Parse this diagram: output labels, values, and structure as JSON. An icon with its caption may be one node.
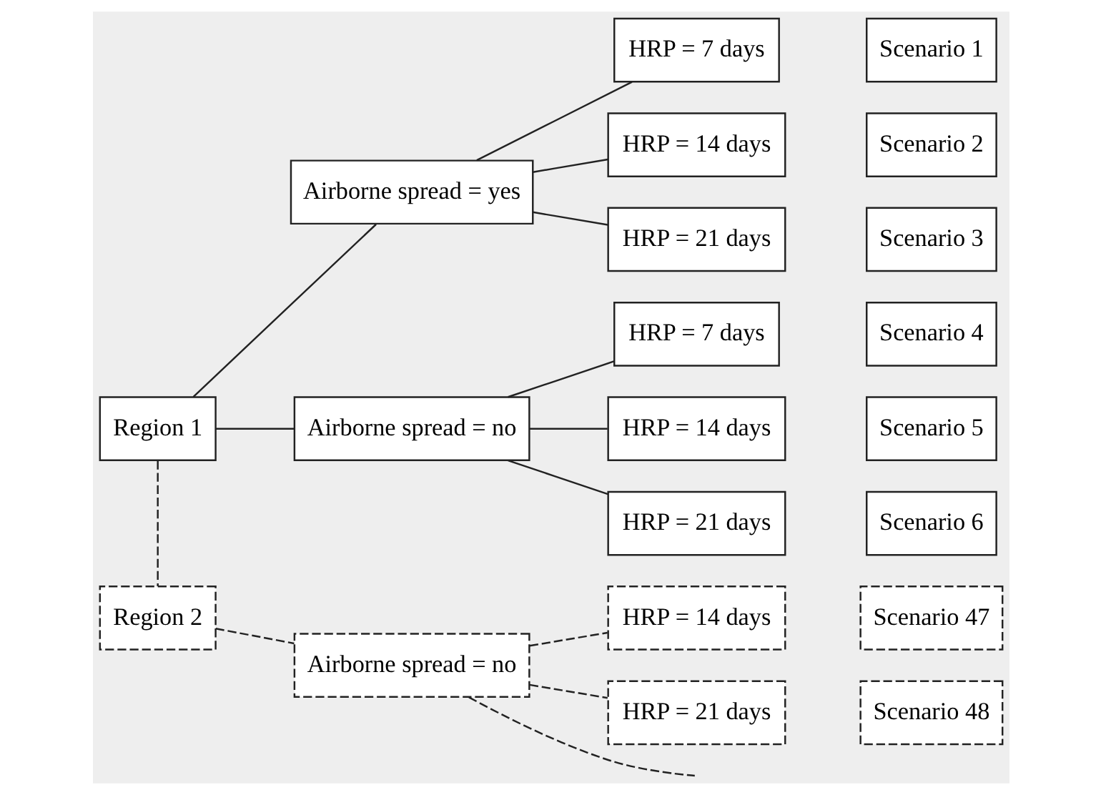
{
  "diagram": {
    "nodes": [
      {
        "text": [
          "Region 1"
        ]
      },
      {
        "text": [
          "Airborne spread = yes"
        ]
      },
      {
        "text": [
          "HRP = 7 days"
        ]
      },
      {
        "text": [
          "Scenario 1"
        ]
      },
      {
        "text": [
          "HRP = 14 days"
        ]
      },
      {
        "text": [
          "Scenario 2"
        ]
      },
      {
        "text": [
          "HRP = 21 days"
        ]
      },
      {
        "text": [
          "Scenario 3"
        ]
      },
      {
        "text": [
          "Airborne spread = no"
        ]
      },
      {
        "text": [
          "HRP = 7 days"
        ]
      },
      {
        "text": [
          "Scenario 4"
        ]
      },
      {
        "text": [
          "HRP = 14 days"
        ]
      },
      {
        "text": [
          "Scenario 5"
        ]
      },
      {
        "text": [
          "HRP = 21 days"
        ]
      },
      {
        "text": [
          "Scenario 6"
        ]
      },
      {
        "text": [
          "Region 2"
        ]
      },
      {
        "text": [
          "Airborne spread = no"
        ]
      },
      {
        "text": [
          "HRP = 14 days"
        ]
      },
      {
        "text": [
          "Scenario 47"
        ]
      },
      {
        "text": [
          "HRP = 21 days"
        ]
      },
      {
        "text": [
          "Scenario 48"
        ]
      }
    ],
    "edges": [
      {
        "from": 0,
        "to": 1,
        "arrow": "none"
      },
      {
        "from": 0,
        "to": 8,
        "arrow": "none"
      },
      {
        "from": 1,
        "to": 2,
        "arrow": "none"
      },
      {
        "from": 1,
        "to": 4,
        "arrow": "none"
      },
      {
        "from": 1,
        "to": 6,
        "arrow": "none"
      },
      {
        "from": 8,
        "to": 9,
        "arrow": "none"
      },
      {
        "from": 8,
        "to": 11,
        "arrow": "none"
      },
      {
        "from": 8,
        "to": 13,
        "arrow": "none"
      },
      {
        "from": 0,
        "to": 15,
        "arrow": "none",
        "style": "dashed"
      },
      {
        "from": 15,
        "to": 16,
        "arrow": "none",
        "style": "dashed"
      },
      {
        "from": 16,
        "to": null,
        "arrow": "none",
        "style": "dashed"
      },
      {
        "from": 16,
        "to": 17,
        "arrow": "none",
        "style": "dashed"
      },
      {
        "from": 16,
        "to": 19,
        "arrow": "none",
        "style": "dashed"
      }
    ]
  }
}
